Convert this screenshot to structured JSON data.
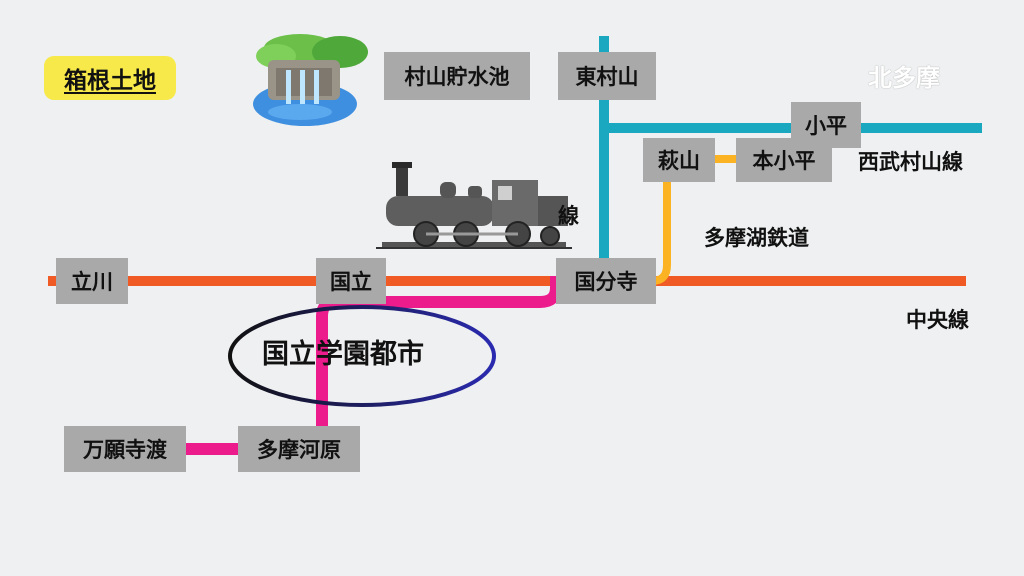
{
  "badge": "箱根土地",
  "region": "北多摩",
  "district_label": "国立学園都市",
  "stations": {
    "murayama_reservoir": "村山貯水池",
    "higashimurayama": "東村山",
    "kodaira": "小平",
    "hagiyama": "萩山",
    "honkodaira": "本小平",
    "tachikawa": "立川",
    "kunitachi": "国立",
    "kokubunji": "国分寺",
    "manganjiwatari": "万願寺渡",
    "tamagawara": "多摩河原"
  },
  "lines": {
    "seibu_murayama": "西武村山線",
    "tamako": "多摩湖鉄道",
    "chuo": "中央線",
    "hidden_line_char": "線"
  },
  "colors": {
    "chuo": "#f05a24",
    "seibu": "#1aa7c0",
    "tamako": "#fbb324",
    "pink": "#ec1c8c",
    "ellipse": "#1c1c8c",
    "station": "#a9a9a9",
    "badge": "#f7e94a"
  },
  "icons": [
    "reservoir-dam-illustration",
    "steam-locomotive-illustration"
  ]
}
